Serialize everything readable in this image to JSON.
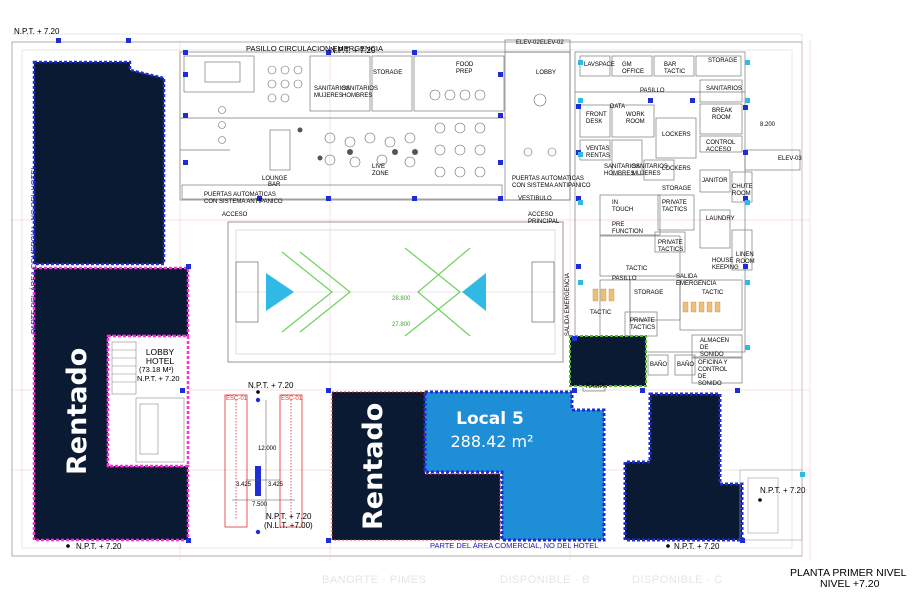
{
  "plan": {
    "level_marks": {
      "top_left": "N.P.T. + 7.20",
      "top_corridor": "N.P.T. + 7.20",
      "stair_center": "N.P.T. + 7.20",
      "bottom_left": "N.P.T. + 7.20",
      "bottom_right": "N.P.T. + 7.20",
      "right": "N.P.T. + 7.20",
      "bottom_center": "N.P.T. + 7.20",
      "bottom_center_nlt": "(N.L.T. +7.00)"
    },
    "corridor_label": "PASILLO CIRCULACION EMERGENCIA",
    "side_note_left": "PARTE DEL ÁREA COMERCIAL, NO DEL HOTEL",
    "bottom_note": "PARTE DEL ÁREA COMERCIAL, NO DEL HOTEL",
    "lobby_hotel": {
      "title_line1": "LOBBY",
      "title_line2": "HOTEL",
      "area": "(73.18 M²)",
      "level": "N.P.T. + 7.20"
    },
    "rented_label_left": "Rentado",
    "rented_label_center": "Rentado",
    "local5": {
      "name": "Local 5",
      "area": "288.42 m²"
    },
    "dimensions": {
      "d12000": "12.000",
      "d3425a": "3.425",
      "d3425b": "3.425",
      "d7500": "7.500",
      "d8200": "8.200",
      "d28": "28.800",
      "d27": "27.800"
    },
    "stairs": {
      "a": "ESC-01",
      "b": "ESC-01"
    },
    "rooms": {
      "elev02a": "ELEV-02",
      "elev02b": "ELEV-02",
      "elev03": "ELEV-03",
      "lobby": "LOBBY",
      "lounge": "LOUNGE",
      "bar": "BAR",
      "live_zone": "LIVE\nZONE",
      "storage": "STORAGE",
      "sanitarios_mujeres": "SANITARIOS\nMUJERES",
      "sanitarios_hombres": "SANITARIOS\nHOMBRES",
      "food_prep": "FOOD\nPREP",
      "puertas_a": "PUERTAS AUTOMATICAS\nCON SISTEMA ANTIPANICO",
      "puertas_b": "PUERTAS AUTOMATICAS\nCON SISTEMA ANTIPANICO",
      "vestibulo": "VESTIBULO",
      "acceso_principal": "ACCESO\nPRINCIPAL",
      "acceso": "ACCESO",
      "lavspace": "LAVSPACE",
      "gm_office": "GM\nOFFICE",
      "bar_tactic": "BAR\nTACTIC",
      "storage2": "STORAGE",
      "pasillo": "PASILLO",
      "sanitarios": "SANITARIOS",
      "break_room": "BREAK\nROOM",
      "front_desk": "FRONT\nDESK",
      "data": "DATA",
      "work_room": "WORK\nROOM",
      "lockers": "LOCKERS",
      "control_acceso": "CONTROL\nACCESO",
      "ventas": "VENTAS\nRENTAS",
      "sanitarios_hombres2": "SANITARIOS\nHOMBRES",
      "sanitarios_mujeres2": "SANITARIOS\nMUJERES",
      "lockers2": "LOCKERS",
      "storage3": "STORAGE",
      "janitor": "JANITOR",
      "chute_room": "CHUTE\nROOM",
      "laundry": "LAUNDRY",
      "in_touch": "IN\nTOUCH",
      "private_tactics": "PRIVATE\nTACTICS",
      "pre_function": "PRE\nFUNCTION",
      "private_tactics2": "PRIVATE\nTACTICS",
      "house_keeping": "HOUSE\nKEEPING",
      "linen": "LINEN\nROOM",
      "tactic_a": "TACTIC",
      "salida_emergencia": "SALIDA\nEMERGENCIA",
      "pasillo2": "PASILLO",
      "storage4": "STORAGE",
      "tactic_b": "TACTIC",
      "tactic_c": "TACTIC",
      "private_tactics3": "PRIVATE\nTACTICS",
      "bano_a": "BAÑO",
      "bano_b": "BAÑO",
      "almacen": "ALMACEN\nDE\nSONIDO",
      "oficina": "OFICINA Y\nCONTROL\nDE\nSONIDO",
      "rampa": "RAMPA",
      "salida_vertical": "SALIDA EMERGENCIA"
    },
    "ghost_labels": {
      "banorte": "BANORTE · PIMES",
      "disp_b": "DISPONIBLE · B",
      "disp_c": "DISPONIBLE · C"
    },
    "title_line1": "PLANTA PRIMER NIVEL",
    "title_line2": "NIVEL +7.20",
    "colors": {
      "navy": "#0b1a33",
      "local5": "#1e8fd6",
      "magenta": "#ff2fd8",
      "blue_dash": "#1f2dd6",
      "green": "#4cc21a",
      "red": "#e03030",
      "cyan": "#31b9e6",
      "line": "#8d8d8d"
    }
  }
}
